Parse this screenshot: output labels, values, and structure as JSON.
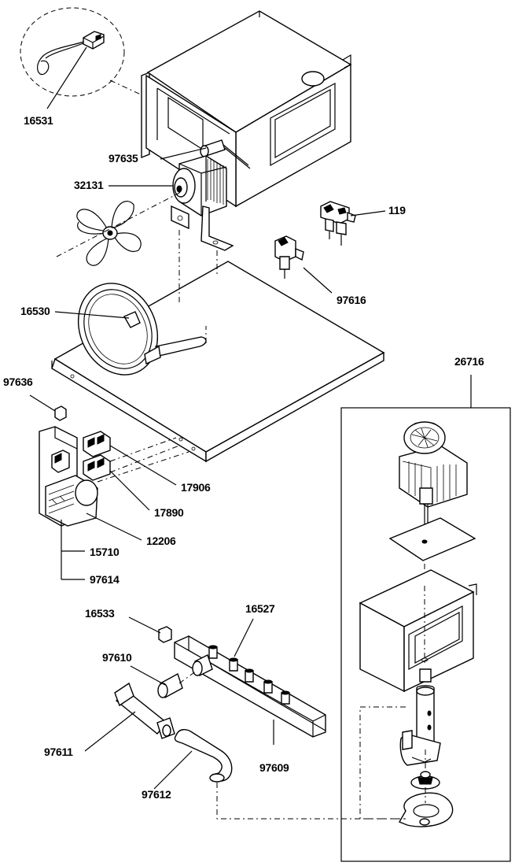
{
  "diagram": {
    "part_labels": {
      "p16531": "16531",
      "p97635": "97635",
      "p32131": "32131",
      "p119": "119",
      "p97616": "97616",
      "p16530": "16530",
      "p26716": "26716",
      "p97636": "97636",
      "p17906": "17906",
      "p17890": "17890",
      "p12206": "12206",
      "p15710": "15710",
      "p97614": "97614",
      "p16533": "16533",
      "p16527": "16527",
      "p97610": "97610",
      "p97611": "97611",
      "p97609": "97609",
      "p97612": "97612"
    }
  }
}
